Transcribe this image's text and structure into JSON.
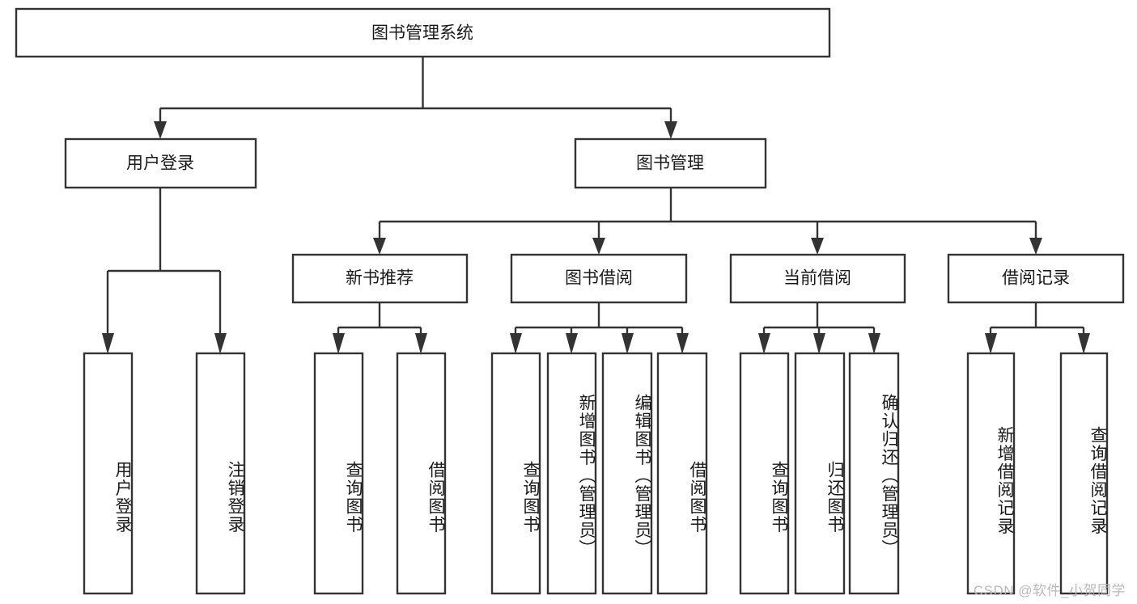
{
  "diagram": {
    "type": "tree",
    "title": "图书管理系统",
    "watermark": "CSDN @软件_小贺同学",
    "colors": {
      "box_stroke": "#333333",
      "box_fill": "#ffffff",
      "text": "#1a1a1a",
      "watermark": "#b8b8b8",
      "background": "#ffffff"
    },
    "nodes": {
      "root": {
        "label": "图书管理系统"
      },
      "level2": [
        {
          "id": "user-login",
          "label": "用户登录"
        },
        {
          "id": "book-manage",
          "label": "图书管理"
        }
      ],
      "level3": [
        {
          "id": "new-book-recommend",
          "label": "新书推荐"
        },
        {
          "id": "book-borrow",
          "label": "图书借阅"
        },
        {
          "id": "current-borrow",
          "label": "当前借阅"
        },
        {
          "id": "borrow-record",
          "label": "借阅记录"
        }
      ],
      "leaves": {
        "user_login": [
          {
            "id": "leaf-user-login",
            "label": "用户登录"
          },
          {
            "id": "leaf-logout-login",
            "label": "注销登录"
          }
        ],
        "new_book_recommend": [
          {
            "id": "leaf-query-book-1",
            "label": "查询图书"
          },
          {
            "id": "leaf-borrow-book-1",
            "label": "借阅图书"
          }
        ],
        "book_borrow": [
          {
            "id": "leaf-query-book-2",
            "label": "查询图书"
          },
          {
            "id": "leaf-add-book",
            "label": "新增图书（管理员）"
          },
          {
            "id": "leaf-edit-book",
            "label": "编辑图书（管理员）"
          },
          {
            "id": "leaf-borrow-book-2",
            "label": "借阅图书"
          }
        ],
        "current_borrow": [
          {
            "id": "leaf-query-book-3",
            "label": "查询图书"
          },
          {
            "id": "leaf-return-book",
            "label": "归还图书"
          },
          {
            "id": "leaf-confirm-return",
            "label": "确认归还（管理员）"
          }
        ],
        "borrow_record": [
          {
            "id": "leaf-add-record",
            "label": "新增借阅记录"
          },
          {
            "id": "leaf-query-record",
            "label": "查询借阅记录"
          }
        ]
      }
    }
  }
}
